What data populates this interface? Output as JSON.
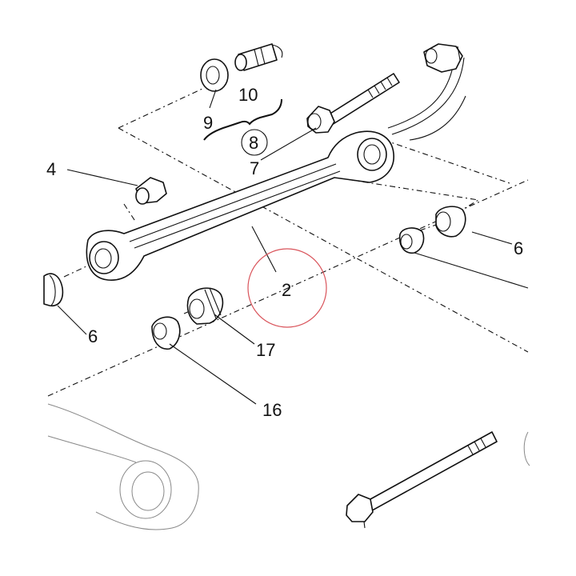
{
  "diagram": {
    "callouts": {
      "c4": "4",
      "c6_right": "6",
      "c6_left": "6",
      "c7": "7",
      "c8": "8",
      "c9": "9",
      "c10": "10",
      "c2": "2",
      "c17": "17",
      "c16": "16"
    },
    "highlight_color": "#d9535a"
  }
}
